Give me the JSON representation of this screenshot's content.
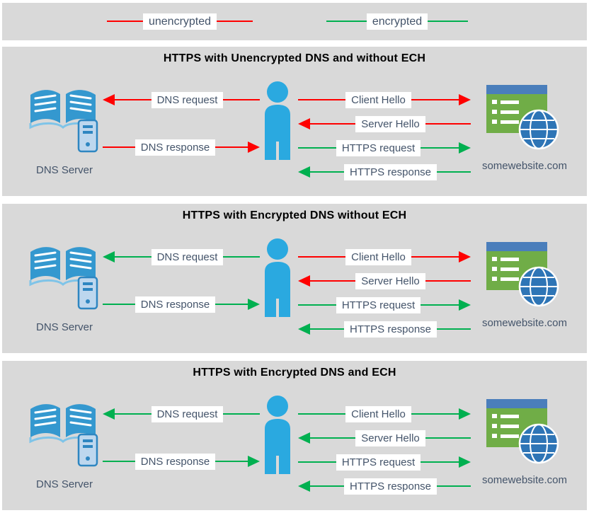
{
  "legend": {
    "items": [
      {
        "label": "unencrypted",
        "color": "#ff0000"
      },
      {
        "label": "encrypted",
        "color": "#00b050"
      }
    ]
  },
  "panels": [
    {
      "title": "HTTPS with Unencrypted DNS and without ECH",
      "dns_server": {
        "label": "DNS Server"
      },
      "website": {
        "label": "somewebsite.com"
      },
      "arrows": {
        "dns_request": {
          "label": "DNS request",
          "direction": "left",
          "encryption": "unencrypted",
          "color": "#ff0000"
        },
        "dns_response": {
          "label": "DNS response",
          "direction": "right",
          "encryption": "unencrypted",
          "color": "#ff0000"
        },
        "client_hello": {
          "label": "Client Hello",
          "direction": "right",
          "encryption": "unencrypted",
          "color": "#ff0000"
        },
        "server_hello": {
          "label": "Server Hello",
          "direction": "left",
          "encryption": "unencrypted",
          "color": "#ff0000"
        },
        "https_request": {
          "label": "HTTPS request",
          "direction": "right",
          "encryption": "encrypted",
          "color": "#00b050"
        },
        "https_response": {
          "label": "HTTPS response",
          "direction": "left",
          "encryption": "encrypted",
          "color": "#00b050"
        }
      }
    },
    {
      "title": "HTTPS with Encrypted DNS without ECH",
      "dns_server": {
        "label": "DNS Server"
      },
      "website": {
        "label": "somewebsite.com"
      },
      "arrows": {
        "dns_request": {
          "label": "DNS request",
          "direction": "left",
          "encryption": "encrypted",
          "color": "#00b050"
        },
        "dns_response": {
          "label": "DNS response",
          "direction": "right",
          "encryption": "encrypted",
          "color": "#00b050"
        },
        "client_hello": {
          "label": "Client Hello",
          "direction": "right",
          "encryption": "unencrypted",
          "color": "#ff0000"
        },
        "server_hello": {
          "label": "Server Hello",
          "direction": "left",
          "encryption": "unencrypted",
          "color": "#ff0000"
        },
        "https_request": {
          "label": "HTTPS request",
          "direction": "right",
          "encryption": "encrypted",
          "color": "#00b050"
        },
        "https_response": {
          "label": "HTTPS response",
          "direction": "left",
          "encryption": "encrypted",
          "color": "#00b050"
        }
      }
    },
    {
      "title": "HTTPS with Encrypted DNS and ECH",
      "dns_server": {
        "label": "DNS Server"
      },
      "website": {
        "label": "somewebsite.com"
      },
      "arrows": {
        "dns_request": {
          "label": "DNS request",
          "direction": "left",
          "encryption": "encrypted",
          "color": "#00b050"
        },
        "dns_response": {
          "label": "DNS response",
          "direction": "right",
          "encryption": "encrypted",
          "color": "#00b050"
        },
        "client_hello": {
          "label": "Client Hello",
          "direction": "right",
          "encryption": "encrypted",
          "color": "#00b050"
        },
        "server_hello": {
          "label": "Server Hello",
          "direction": "left",
          "encryption": "encrypted",
          "color": "#00b050"
        },
        "https_request": {
          "label": "HTTPS request",
          "direction": "right",
          "encryption": "encrypted",
          "color": "#00b050"
        },
        "https_response": {
          "label": "HTTPS response",
          "direction": "left",
          "encryption": "encrypted",
          "color": "#00b050"
        }
      }
    }
  ]
}
